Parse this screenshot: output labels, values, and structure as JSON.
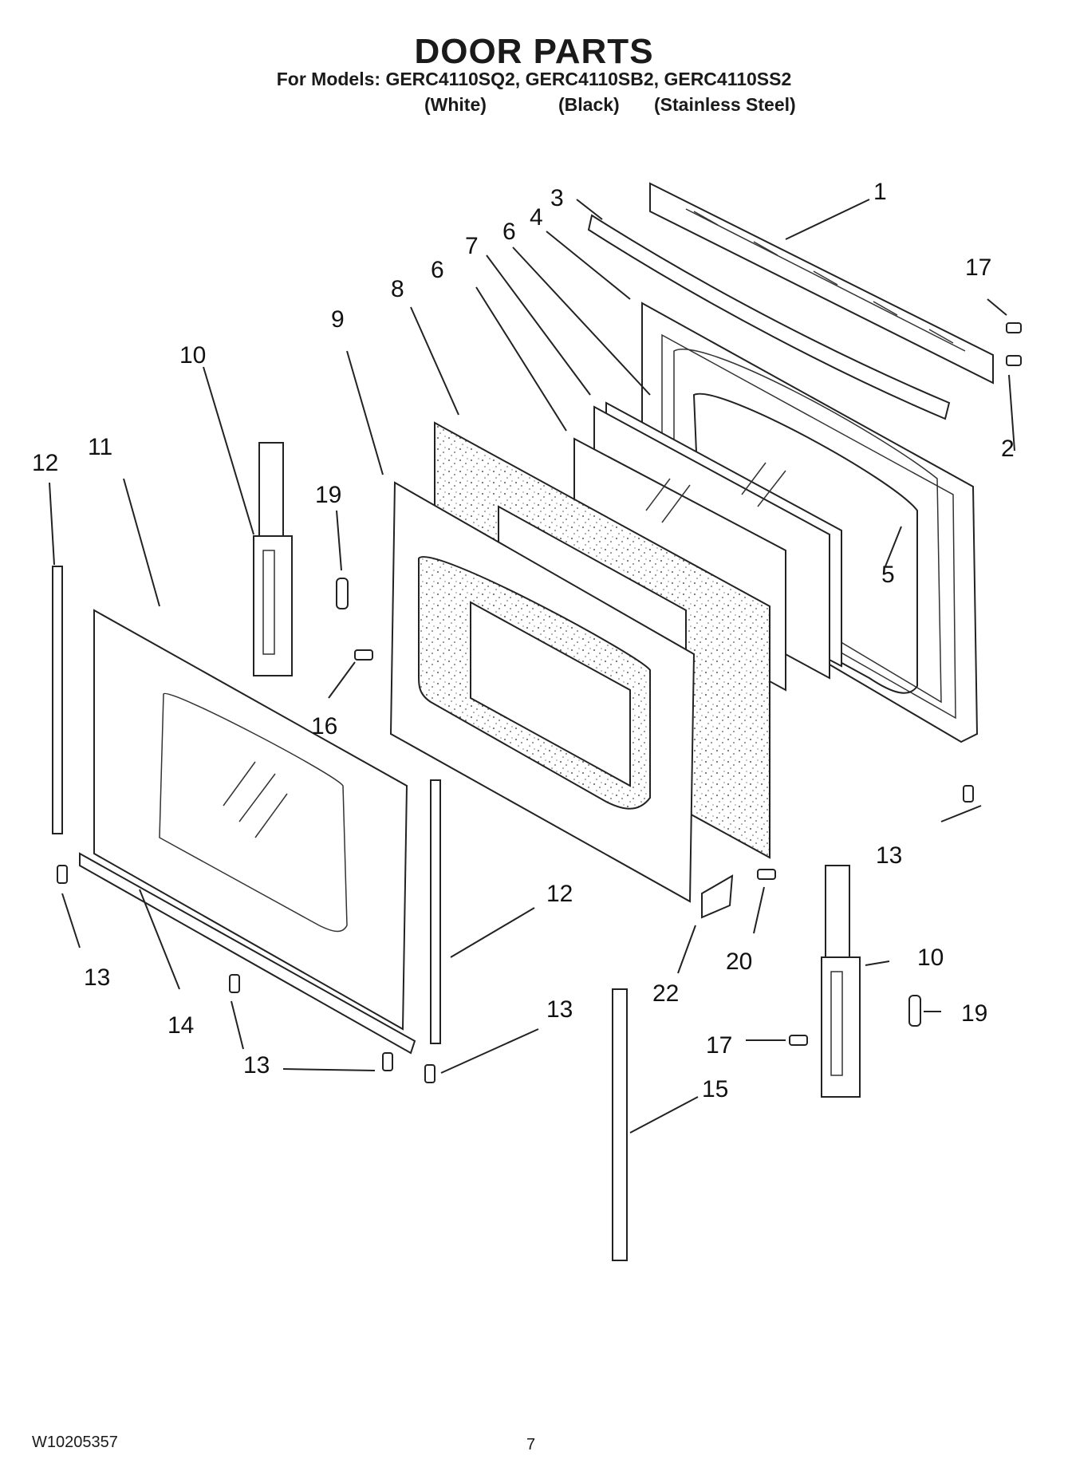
{
  "header": {
    "title": "DOOR PARTS",
    "models": "For Models: GERC4110SQ2, GERC4110SB2, GERC4110SS2",
    "finishes": [
      "(White)",
      "(Black)",
      "(Stainless Steel)"
    ]
  },
  "callouts": [
    {
      "id": "c1",
      "label": "1"
    },
    {
      "id": "c2",
      "label": "2"
    },
    {
      "id": "c3",
      "label": "3"
    },
    {
      "id": "c4",
      "label": "4"
    },
    {
      "id": "c5",
      "label": "5"
    },
    {
      "id": "c6a",
      "label": "6"
    },
    {
      "id": "c6b",
      "label": "6"
    },
    {
      "id": "c7",
      "label": "7"
    },
    {
      "id": "c8",
      "label": "8"
    },
    {
      "id": "c9",
      "label": "9"
    },
    {
      "id": "c10a",
      "label": "10"
    },
    {
      "id": "c10b",
      "label": "10"
    },
    {
      "id": "c11",
      "label": "11"
    },
    {
      "id": "c12a",
      "label": "12"
    },
    {
      "id": "c12b",
      "label": "12"
    },
    {
      "id": "c13a",
      "label": "13"
    },
    {
      "id": "c13b",
      "label": "13"
    },
    {
      "id": "c13c",
      "label": "13"
    },
    {
      "id": "c13d",
      "label": "13"
    },
    {
      "id": "c14",
      "label": "14"
    },
    {
      "id": "c15",
      "label": "15"
    },
    {
      "id": "c16",
      "label": "16"
    },
    {
      "id": "c17a",
      "label": "17"
    },
    {
      "id": "c17b",
      "label": "17"
    },
    {
      "id": "c19a",
      "label": "19"
    },
    {
      "id": "c19b",
      "label": "19"
    },
    {
      "id": "c20",
      "label": "20"
    },
    {
      "id": "c22",
      "label": "22"
    }
  ],
  "footer": {
    "doc_id": "W10205357",
    "page": "7"
  }
}
